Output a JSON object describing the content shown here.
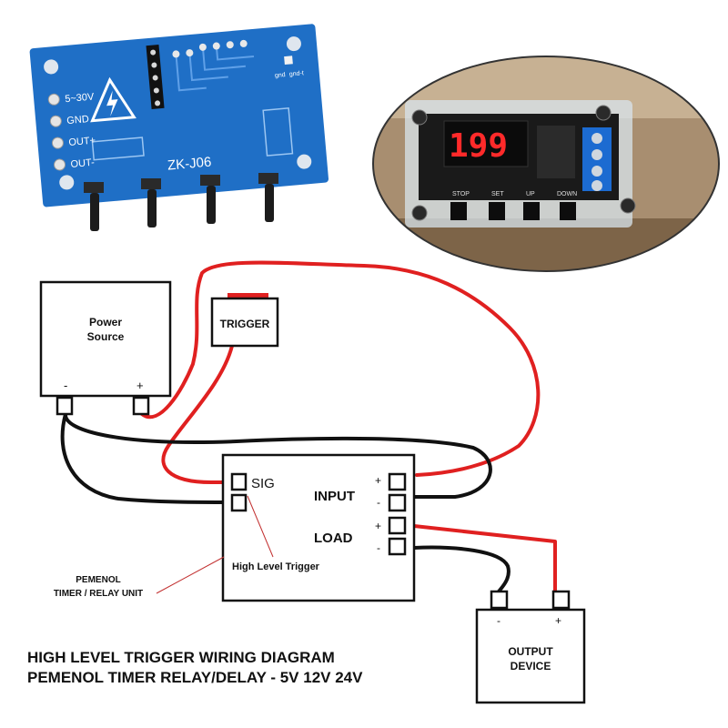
{
  "board_photo": {
    "pins": [
      "5~30V",
      "GND",
      "OUT+",
      "OUT-"
    ],
    "model": "ZK-J06",
    "gnd_labels": [
      "gnd",
      "gnd-t"
    ]
  },
  "enclosure_photo": {
    "display": "199",
    "buttons": [
      "STOP",
      "SET",
      "UP",
      "DOWN"
    ]
  },
  "power_source": {
    "title_line1": "Power",
    "title_line2": "Source",
    "minus": "-",
    "plus": "+"
  },
  "trigger": {
    "label": "TRIGGER"
  },
  "relay": {
    "sig": "SIG",
    "input": "INPUT",
    "load": "LOAD",
    "input_plus": "+",
    "input_minus": "-",
    "load_plus": "+",
    "load_minus": "-",
    "annotation": "High Level Trigger"
  },
  "unit_label": {
    "line1": "PEMENOL",
    "line2": "TIMER / RELAY UNIT"
  },
  "output_device": {
    "line1": "OUTPUT",
    "line2": "DEVICE",
    "minus": "-",
    "plus": "+"
  },
  "footer": {
    "line1": "HIGH LEVEL TRIGGER WIRING DIAGRAM",
    "line2": "PEMENOL TIMER RELAY/DELAY - 5V 12V 24V"
  },
  "colors": {
    "red_wire": "#e02020",
    "black_wire": "#111111",
    "board_blue": "#1f6fc6",
    "display_red": "#ff2a2a"
  }
}
